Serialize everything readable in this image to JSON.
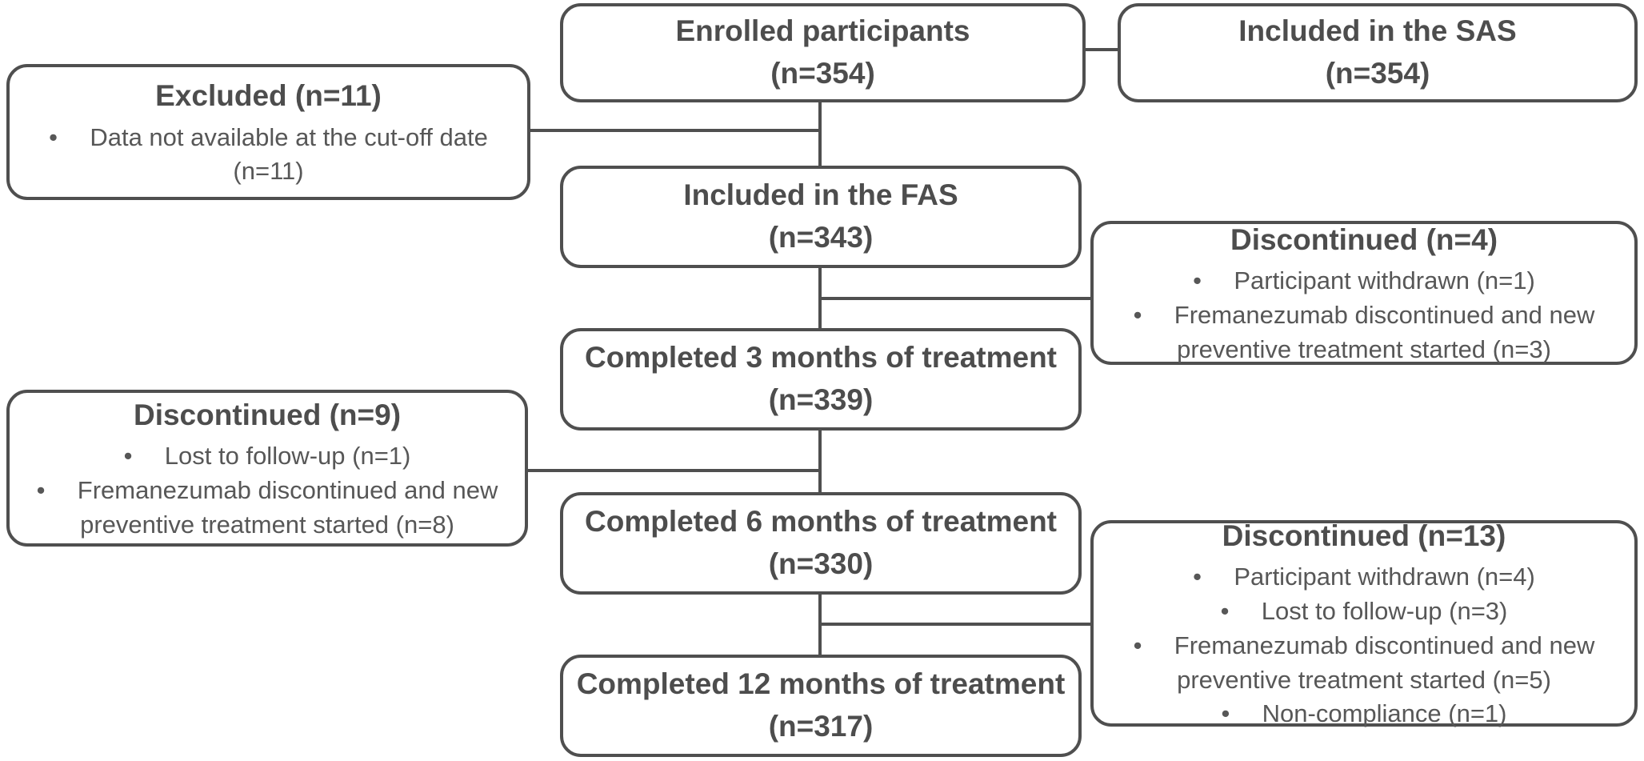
{
  "diagram": {
    "kind": "participant-flow-chart",
    "colors": {
      "border": "#4f4f4f",
      "title_text": "#4d4d4d",
      "body_text": "#575757",
      "background": "#ffffff"
    },
    "boxes": {
      "enrolled": {
        "line1": "Enrolled participants",
        "line2": "(n=354)"
      },
      "sas": {
        "line1": "Included in the SAS",
        "line2": "(n=354)"
      },
      "excluded": {
        "title": "Excluded (n=11)",
        "bullets": [
          "Data not available at the cut-off date (n=11)"
        ]
      },
      "fas": {
        "line1": "Included in the FAS",
        "line2": "(n=343)"
      },
      "discontinued_m3": {
        "title": "Discontinued (n=4)",
        "bullets": [
          "Participant withdrawn (n=1)",
          "Fremanezumab discontinued and new preventive treatment started (n=3)"
        ]
      },
      "completed_3": {
        "line1": "Completed 3 months of treatment",
        "line2": "(n=339)"
      },
      "discontinued_m6": {
        "title": "Discontinued (n=9)",
        "bullets": [
          "Lost to follow-up (n=1)",
          "Fremanezumab discontinued and new preventive treatment started (n=8)"
        ]
      },
      "completed_6": {
        "line1": "Completed 6 months of treatment",
        "line2": "(n=330)"
      },
      "discontinued_m12": {
        "title": "Discontinued (n=13)",
        "bullets": [
          "Participant withdrawn (n=4)",
          "Lost to follow-up (n=3)",
          "Fremanezumab discontinued and new preventive treatment started (n=5)",
          "Non-compliance (n=1)"
        ]
      },
      "completed_12": {
        "line1": "Completed 12 months of treatment",
        "line2": "(n=317)"
      }
    }
  }
}
